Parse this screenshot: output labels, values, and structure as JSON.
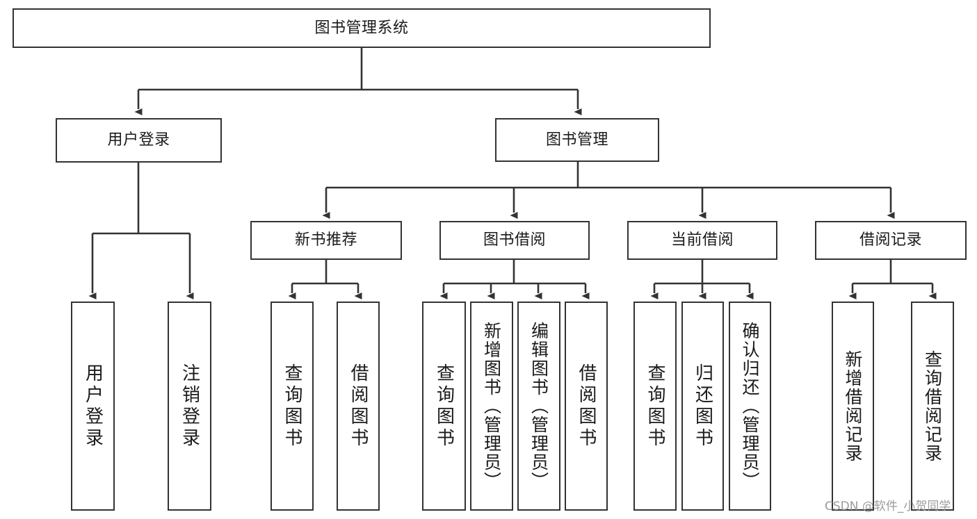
{
  "diagram": {
    "type": "tree-hierarchy",
    "title": "图书管理系统",
    "orientation": "top-down",
    "edge_color": "#333333",
    "box_border_color": "#333333",
    "box_fill_color": "#ffffff",
    "text_color": "#1a1a1a",
    "nodes": {
      "root": {
        "label": "图书管理系统",
        "level": 1
      },
      "level2": [
        {
          "id": "user-login",
          "label": "用户登录"
        },
        {
          "id": "book-management",
          "label": "图书管理"
        }
      ],
      "level3": [
        {
          "id": "new-book-recommend",
          "label": "新书推荐",
          "parent": "book-management"
        },
        {
          "id": "book-borrow",
          "label": "图书借阅",
          "parent": "book-management"
        },
        {
          "id": "current-borrow",
          "label": "当前借阅",
          "parent": "book-management"
        },
        {
          "id": "borrow-record",
          "label": "借阅记录",
          "parent": "book-management"
        }
      ],
      "leaves": [
        {
          "id": "leaf-user-login",
          "label": "用户登录",
          "parent": "user-login"
        },
        {
          "id": "leaf-user-logout",
          "label": "注销登录",
          "parent": "user-login"
        },
        {
          "id": "leaf-query-book-1",
          "label": "查询图书",
          "parent": "new-book-recommend"
        },
        {
          "id": "leaf-borrow-book-1",
          "label": "借阅图书",
          "parent": "new-book-recommend"
        },
        {
          "id": "leaf-query-book-2",
          "label": "查询图书",
          "parent": "book-borrow"
        },
        {
          "id": "leaf-add-book",
          "label": "新增图书（管理员）",
          "parent": "book-borrow"
        },
        {
          "id": "leaf-edit-book",
          "label": "编辑图书（管理员）",
          "parent": "book-borrow"
        },
        {
          "id": "leaf-borrow-book-2",
          "label": "借阅图书",
          "parent": "book-borrow"
        },
        {
          "id": "leaf-query-book-3",
          "label": "查询图书",
          "parent": "current-borrow"
        },
        {
          "id": "leaf-return-book",
          "label": "归还图书",
          "parent": "current-borrow"
        },
        {
          "id": "leaf-confirm-return",
          "label": "确认归还（管理员）",
          "parent": "current-borrow"
        },
        {
          "id": "leaf-add-record",
          "label": "新增借阅记录",
          "parent": "borrow-record"
        },
        {
          "id": "leaf-query-record",
          "label": "查询借阅记录",
          "parent": "borrow-record"
        }
      ]
    }
  },
  "watermark": {
    "text": "CSDN @软件_小贺同学"
  }
}
